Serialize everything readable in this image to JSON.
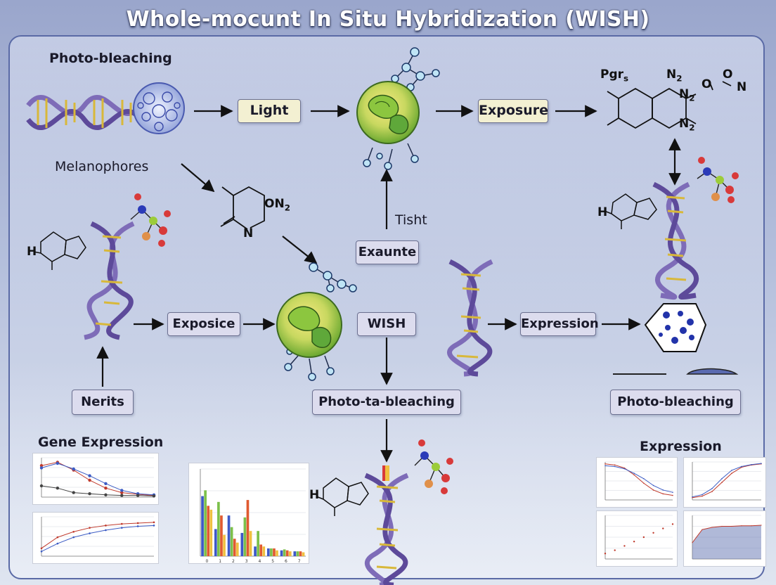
{
  "title": "Whole-mocunt In Situ Hybridization (WISH)",
  "labels": {
    "photo_bleaching_top": "Photo-bleaching",
    "melanophores": "Melanophores",
    "tisht": "Tisht",
    "gene_expression": "Gene Expression",
    "expression_heading": "Expression"
  },
  "boxes": {
    "light": "Light",
    "exposure": "Exposure",
    "exaunte": "Exaunte",
    "exposice": "Exposice",
    "wish": "WISH",
    "expression": "Expression",
    "nerits": "Nerits",
    "photo_ta_bleaching": "Photo-ta-bleaching",
    "photo_bleaching_right": "Photo-bleaching"
  },
  "chem": {
    "pgrs": "Pgr",
    "pgrs_sub": "s",
    "n2_a": "N",
    "n2_b": "N",
    "n2_c": "N",
    "sub2": "2",
    "o_a": "O",
    "o_b": "O",
    "n_right": "N",
    "on2": "ON",
    "n_ring": "N",
    "h_left": "H",
    "h_right": "H",
    "h_bottom": "H"
  },
  "colors": {
    "helix": "#7e6cb8",
    "base_pair": "#d8b83a",
    "cell_green": "#8cc63f",
    "arrow": "#111111",
    "accent_blue": "#2233aa"
  },
  "chart_data": [
    {
      "type": "line",
      "title": "Gene Expression",
      "panel": "top",
      "x": [
        1,
        2,
        3,
        4,
        5,
        6,
        7,
        8
      ],
      "series": [
        {
          "values": [
            5.6,
            6.2,
            4.8,
            3.0,
            1.6,
            0.8,
            0.5,
            0.3
          ]
        },
        {
          "values": [
            5.2,
            6.0,
            5.0,
            3.8,
            2.4,
            1.2,
            0.6,
            0.4
          ]
        },
        {
          "values": [
            2.0,
            1.6,
            0.8,
            0.6,
            0.4,
            0.3,
            0.3,
            0.2
          ]
        }
      ],
      "ylim": [
        0,
        7
      ]
    },
    {
      "type": "line",
      "panel": "bottom",
      "x": [
        1,
        2,
        3,
        4,
        5,
        6,
        7,
        8
      ],
      "series": [
        {
          "values": [
            1.0,
            2.4,
            3.1,
            3.6,
            3.9,
            4.1,
            4.2,
            4.3
          ]
        },
        {
          "values": [
            0.6,
            1.6,
            2.4,
            2.9,
            3.3,
            3.6,
            3.8,
            3.9
          ]
        }
      ],
      "ylim": [
        0,
        5
      ]
    },
    {
      "type": "bar",
      "categories": [
        "0",
        "1",
        "2",
        "3",
        "4",
        "5",
        "6",
        "7"
      ],
      "series": [
        {
          "name": "",
          "values": [
            6.2,
            2.8,
            4.2,
            2.4,
            1.0,
            0.8,
            0.6,
            0.5
          ]
        },
        {
          "name": "",
          "values": [
            6.8,
            5.6,
            3.0,
            4.0,
            2.6,
            0.8,
            0.7,
            0.5
          ]
        },
        {
          "name": "",
          "values": [
            5.2,
            4.2,
            1.8,
            5.8,
            1.2,
            0.8,
            0.6,
            0.5
          ]
        },
        {
          "name": "",
          "values": [
            4.8,
            2.2,
            1.4,
            2.6,
            1.0,
            0.6,
            0.5,
            0.4
          ]
        }
      ],
      "series_colors": [
        "#3d58c8",
        "#7cc04a",
        "#e05a30",
        "#f0c040"
      ],
      "ylim": [
        0,
        9
      ]
    },
    {
      "type": "line",
      "title": "Expression",
      "panel": "top-left",
      "x": [
        1,
        2,
        3,
        4,
        5,
        6,
        7,
        8
      ],
      "series": [
        {
          "values": [
            9.5,
            9.2,
            8.4,
            6.6,
            4.4,
            2.6,
            1.6,
            1.2
          ]
        },
        {
          "values": [
            9.0,
            8.8,
            8.2,
            7.0,
            5.6,
            3.8,
            2.6,
            2.0
          ]
        }
      ],
      "ylim": [
        0,
        10
      ]
    },
    {
      "type": "line",
      "panel": "top-right",
      "x": [
        1,
        2,
        3,
        4,
        5,
        6,
        7,
        8
      ],
      "series": [
        {
          "values": [
            0.6,
            1.0,
            2.2,
            4.6,
            7.0,
            8.6,
            9.2,
            9.5
          ]
        },
        {
          "values": [
            0.8,
            1.4,
            3.0,
            5.6,
            7.8,
            8.8,
            9.3,
            9.6
          ]
        }
      ],
      "ylim": [
        0,
        10
      ]
    },
    {
      "type": "scatter",
      "panel": "bottom-left",
      "x": [
        1,
        2,
        3,
        4,
        5,
        6,
        7,
        8
      ],
      "series": [
        {
          "values": [
            1.0,
            1.6,
            2.4,
            3.2,
            4.0,
            4.8,
            5.6,
            6.4
          ]
        }
      ],
      "ylim": [
        0,
        8
      ]
    },
    {
      "type": "area",
      "panel": "bottom-right",
      "x": [
        1,
        2,
        3,
        4,
        5,
        6,
        7,
        8
      ],
      "series": [
        {
          "values": [
            3.0,
            5.4,
            5.8,
            6.0,
            6.0,
            6.1,
            6.1,
            6.2
          ]
        }
      ],
      "ylim": [
        0,
        8
      ]
    }
  ]
}
